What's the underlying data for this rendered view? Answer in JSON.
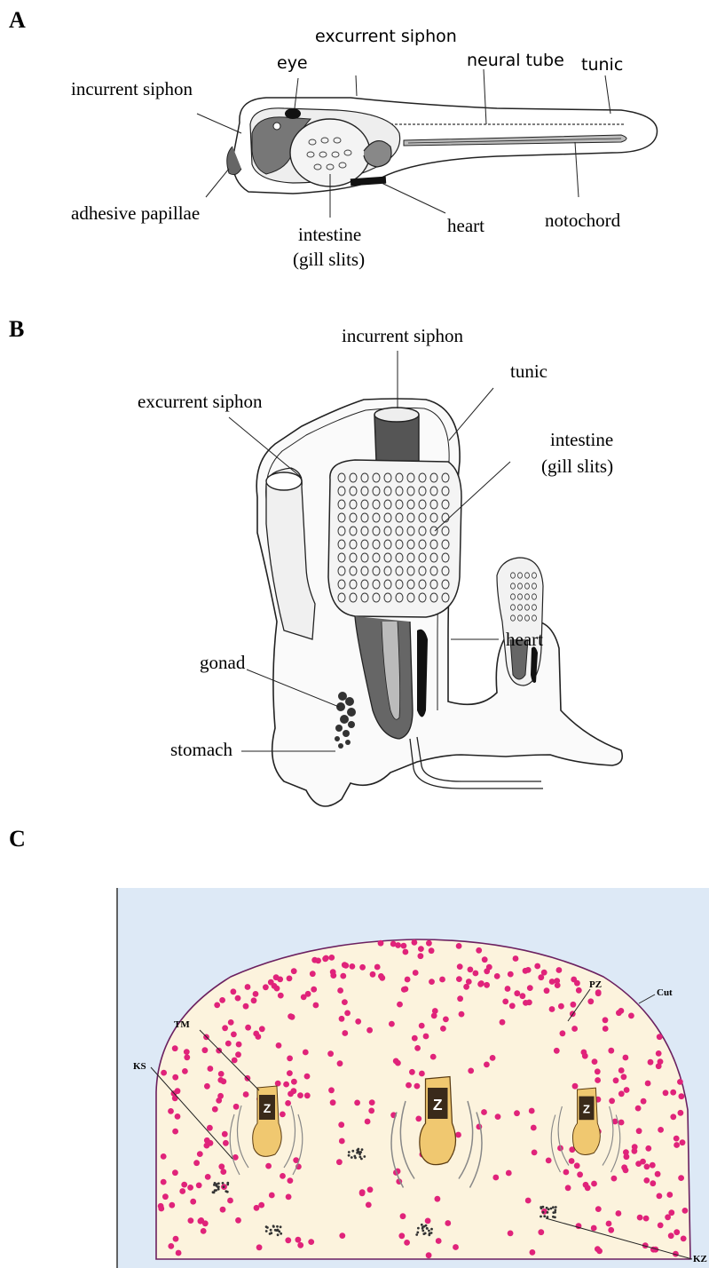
{
  "panels": {
    "a": {
      "letter": "A",
      "labels": {
        "excurrent_siphon": "excurrent siphon",
        "eye": "eye",
        "neural_tube": "neural tube",
        "tunic": "tunic",
        "incurrent_siphon": "incurrent siphon",
        "adhesive_papillae": "adhesive papillae",
        "intestine": "intestine",
        "gill_slits": "(gill slits)",
        "heart": "heart",
        "notochord": "notochord"
      }
    },
    "b": {
      "letter": "B",
      "labels": {
        "incurrent_siphon": "incurrent siphon",
        "tunic": "tunic",
        "excurrent_siphon": "excurrent siphon",
        "intestine": "intestine",
        "gill_slits": "(gill slits)",
        "heart": "heart",
        "gonad": "gonad",
        "stomach": "stomach"
      }
    },
    "c": {
      "letter": "C",
      "labels": {
        "pz": "PZ",
        "tm": "TM",
        "cut": "Cut",
        "ks": "KS",
        "kz": "KZ",
        "zooid_letter": "Z"
      },
      "colors": {
        "background": "#dde9f6",
        "body_fill": "#fcf3dd",
        "outline": "#6b2060",
        "dots": "#e0237a",
        "zooid": "#f0c870"
      }
    }
  }
}
